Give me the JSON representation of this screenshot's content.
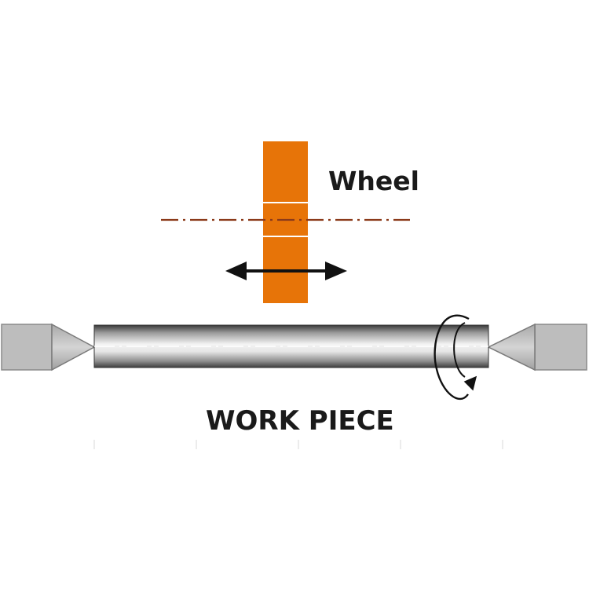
{
  "labels": {
    "wheel": "Wheel",
    "workpiece": "WORK PIECE"
  },
  "colors": {
    "wheel": "#E77408",
    "centerline": "#8B3A1A",
    "arrow": "#111111",
    "center_gray": "#BDBDBD",
    "center_outline": "#7a7a7a",
    "text": "#1a1a1a"
  },
  "icons": {
    "traverse": "double-headed-arrow",
    "rotation": "circular-rotation-arrow"
  }
}
